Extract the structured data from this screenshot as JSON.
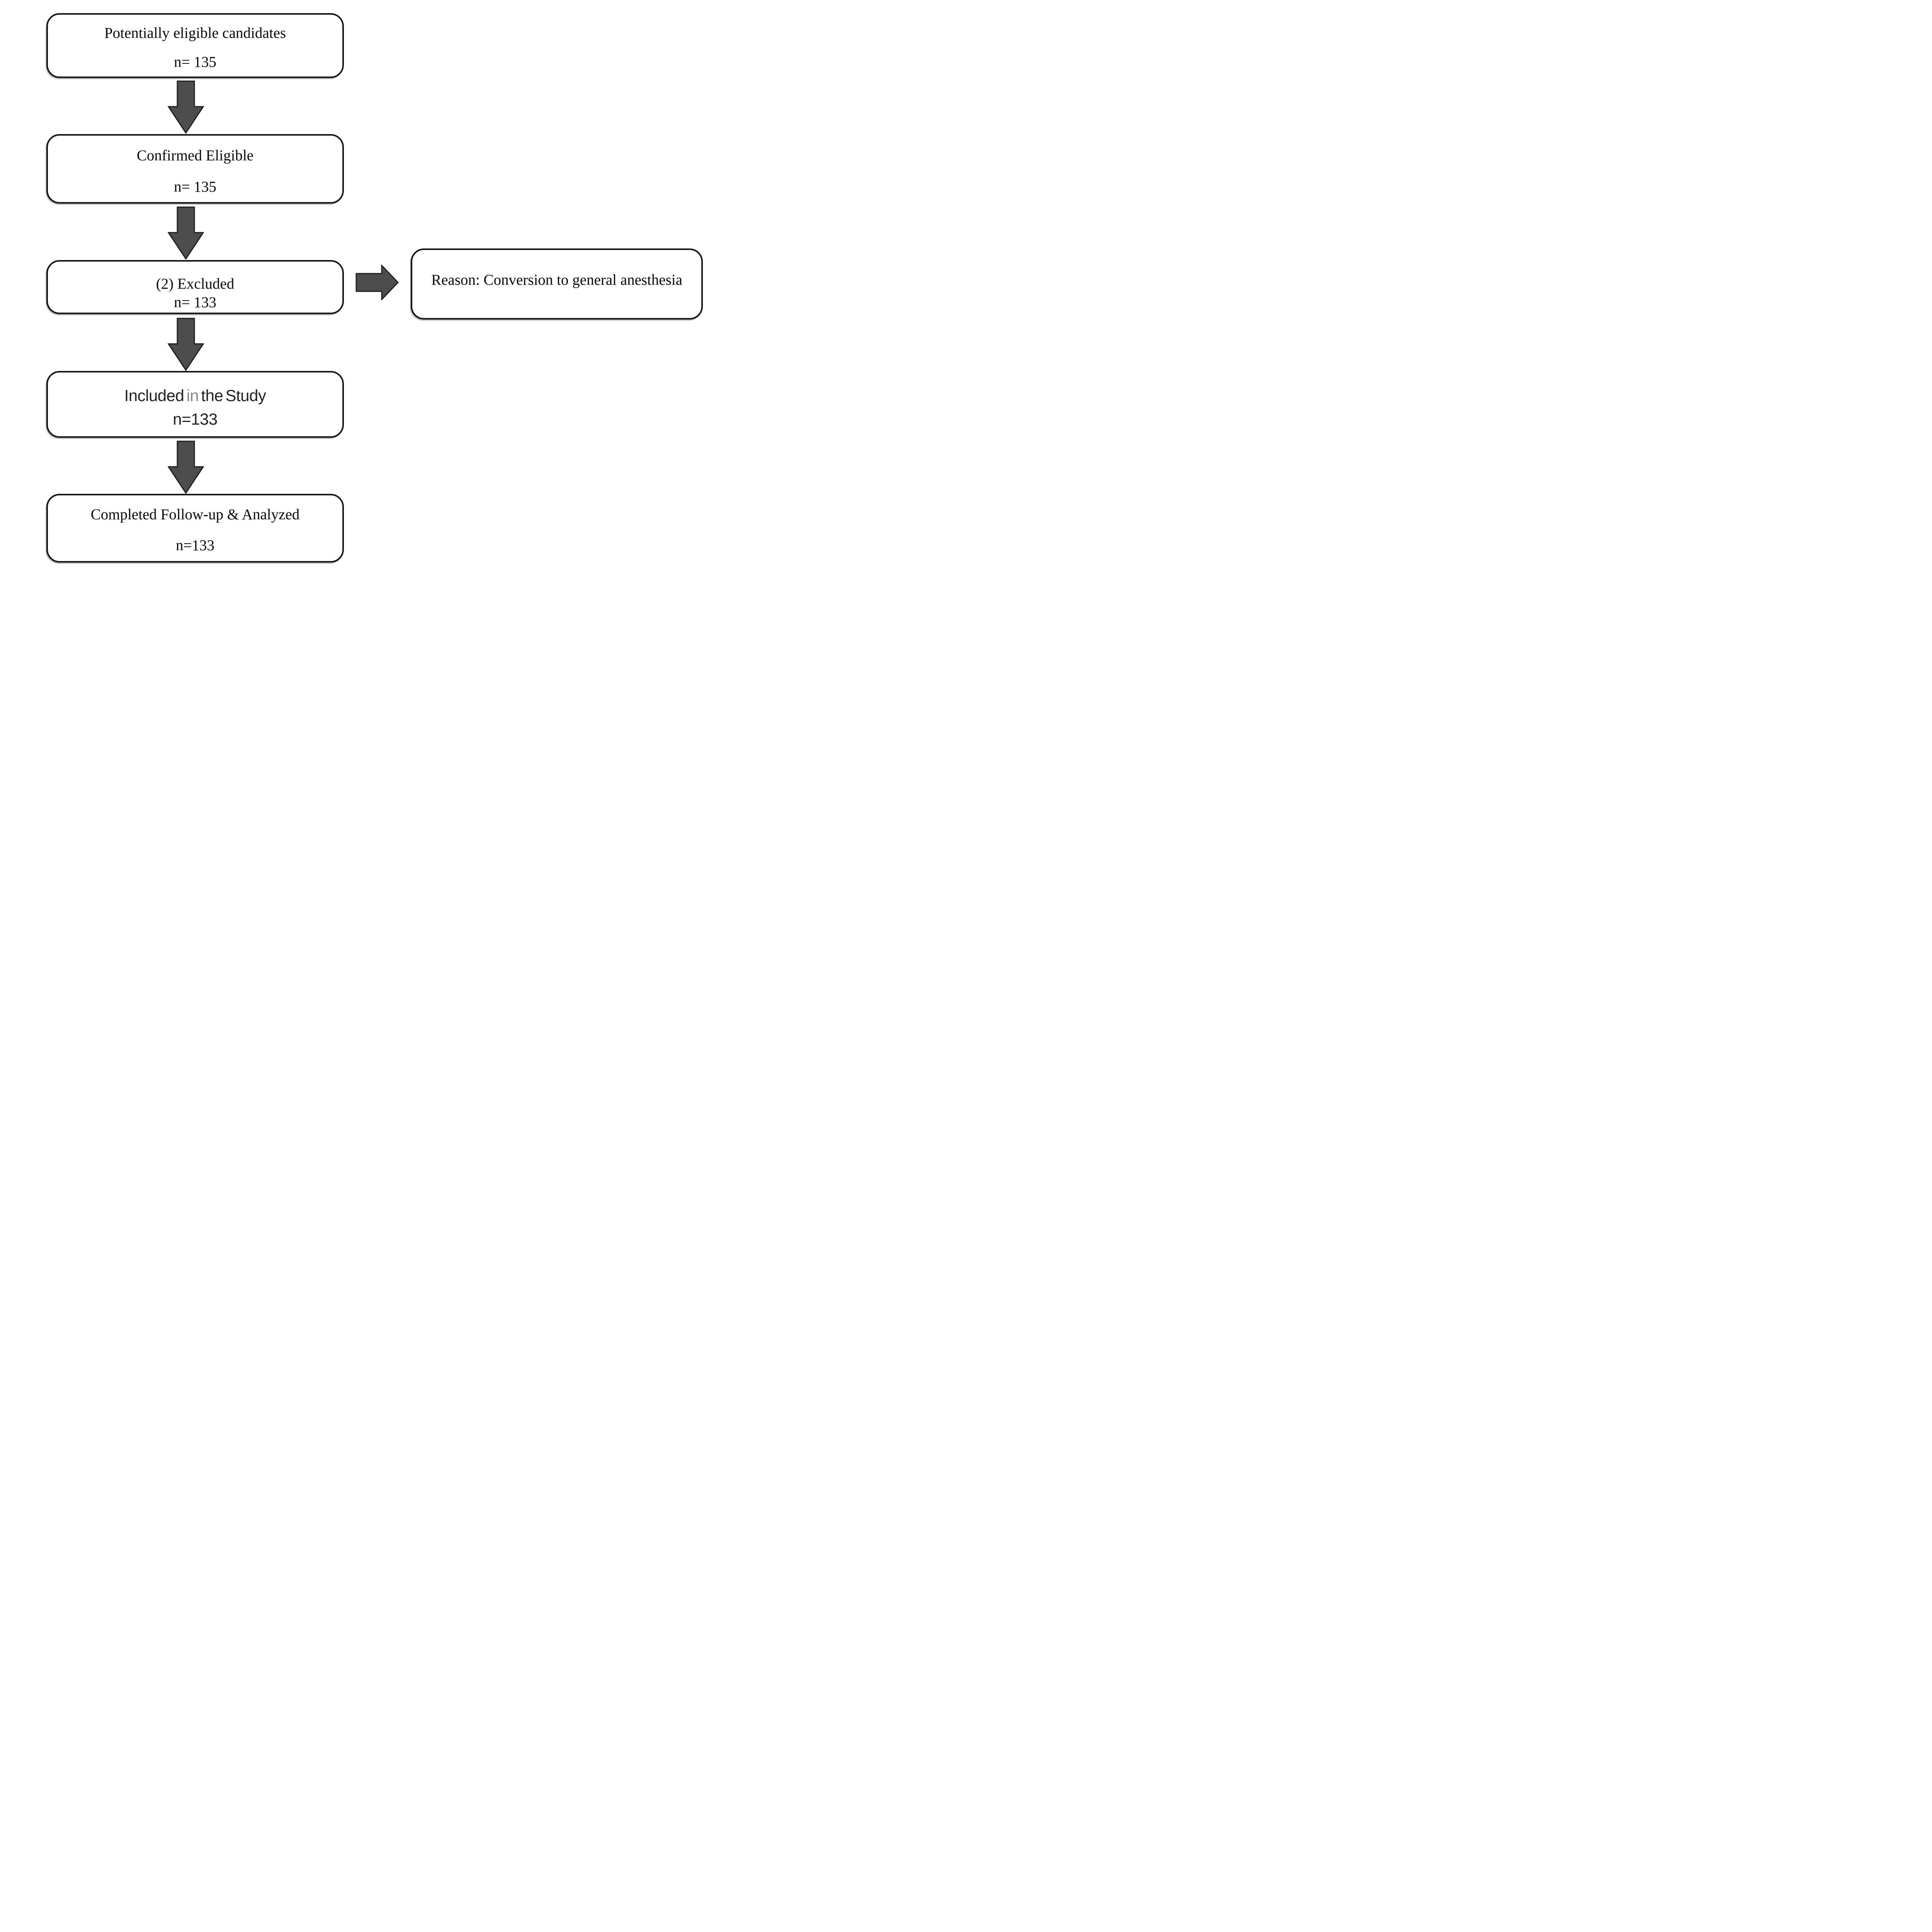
{
  "diagram": {
    "type": "study-flowchart",
    "background": "#ffffff",
    "box_border_color": "#161616",
    "text_color": "#0a0a0a",
    "arrow_fill": "#4d4d4d",
    "arrow_outline": "#1e1e1e",
    "included_in_gray": "#878787",
    "steps": {
      "potentially_eligible": {
        "label": "Potentially eligible candidates",
        "count": "n= 135"
      },
      "confirmed_eligible": {
        "label": "Confirmed Eligible",
        "count": "n= 135"
      },
      "excluded": {
        "label": "(2) Excluded",
        "count": "n= 133"
      },
      "included": {
        "label_pre": "Included ",
        "label_mid": "in",
        "label_post": " the Study",
        "count": "n=133"
      },
      "completed": {
        "label": "Completed Follow-up & Analyzed",
        "count": "n=133"
      }
    },
    "side_note": {
      "label": "Reason: Conversion to general anesthesia"
    }
  }
}
